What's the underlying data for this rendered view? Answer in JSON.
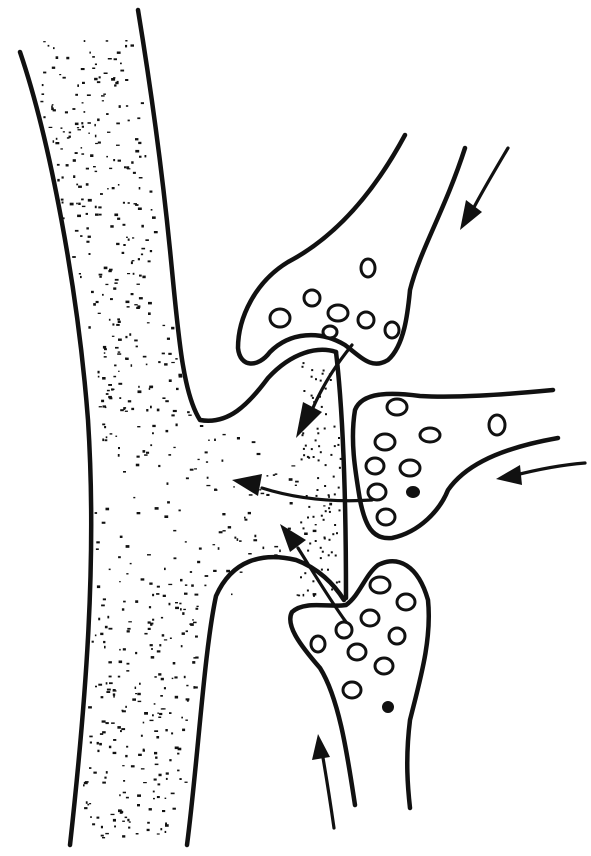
{
  "diagram": {
    "subject": "",
    "elements": {
      "dendrite": "dendrite-trunk",
      "terminals": [
        "upper-terminal",
        "middle-terminal",
        "lower-terminal"
      ],
      "cleft": "synaptic-cleft"
    },
    "colors": {
      "ink": "#111111",
      "background": "#ffffff"
    },
    "icons": {
      "arrows": [
        "arrow-icon-upper-input",
        "arrow-icon-right-input",
        "arrow-icon-lower-input",
        "arrow-icon-cleft-down",
        "arrow-icon-cleft-left",
        "arrow-icon-cleft-up"
      ]
    }
  }
}
